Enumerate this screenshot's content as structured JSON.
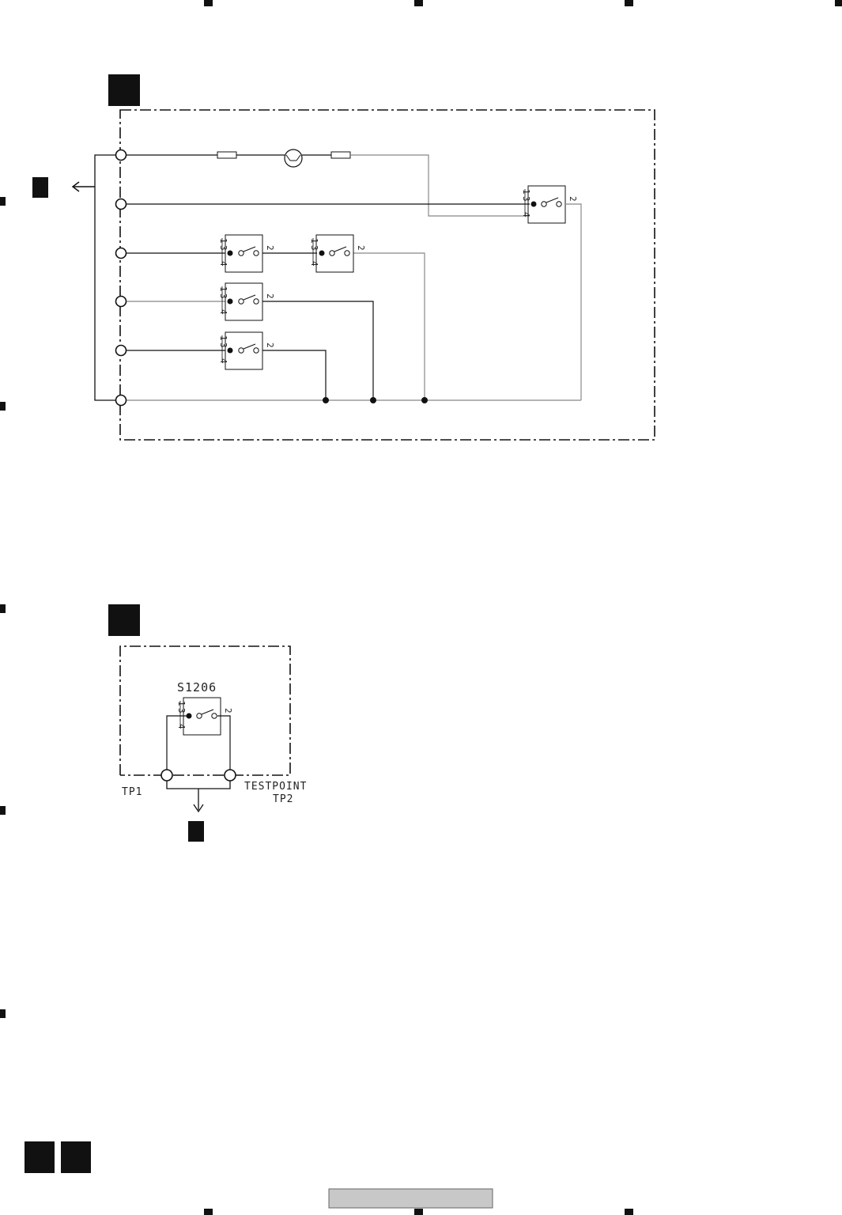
{
  "sheet": {
    "colors": {
      "ink": "#111111",
      "wire_gray": "#888888",
      "footer_bar": "#c8c8c8"
    }
  },
  "circuit_b": {
    "switch_pin_labels": {
      "left": "4",
      "top_a": "3",
      "top_b": "1",
      "right": "2"
    }
  },
  "circuit_c": {
    "switch_ref": "S1206",
    "tp1_label": "TP1",
    "tp2_label_line1": "TESTPOINT",
    "tp2_label_line2": "TP2"
  }
}
